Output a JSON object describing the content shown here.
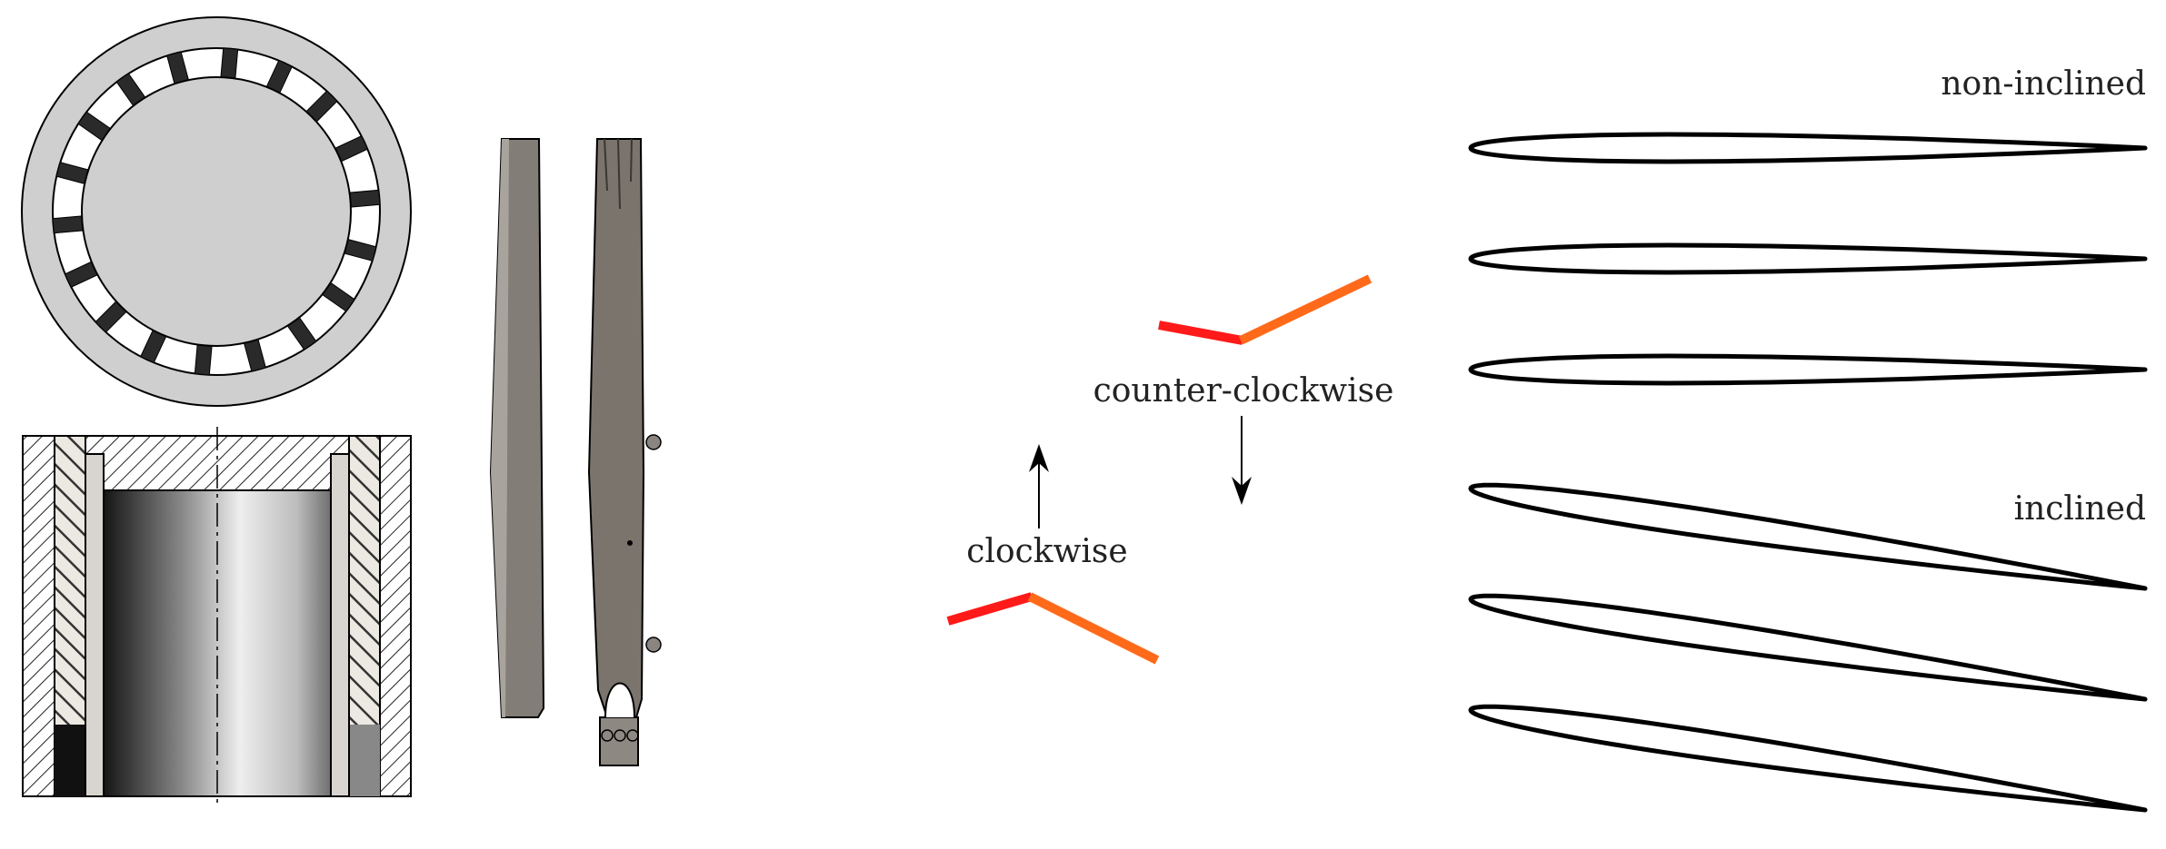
{
  "labels": {
    "clockwise": "clockwise",
    "counter_clockwise": "counter-clockwise",
    "non_inclined": "non-inclined",
    "inclined": "inclined"
  },
  "colors": {
    "outline": "#000000",
    "ring_gray": "#cfcfcf",
    "blade_light": "#8a8580",
    "blade_dark": "#6b6661",
    "rotor_red": "#ff1a1a",
    "rotor_orange": "#ff6a1a"
  },
  "airfoils": {
    "non_inclined_count": 3,
    "inclined_count": 3
  },
  "bearing": {
    "roller_count": 18
  }
}
